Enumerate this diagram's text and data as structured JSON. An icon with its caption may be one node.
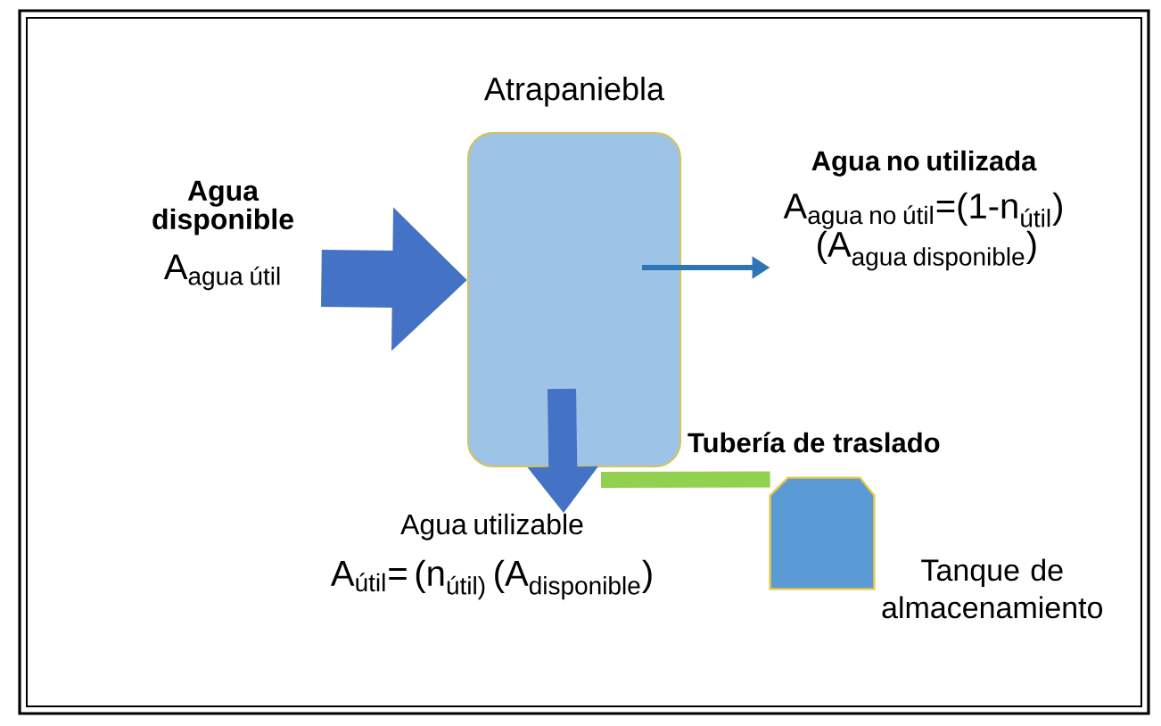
{
  "diagram": {
    "nodes": [
      {
        "text": [
          "Atrapaniebla"
        ]
      },
      {
        "text": [],
        "shape": "box",
        "beside": [
          "Tanque de almacenamiento"
        ]
      },
      {
        "text": [
          "Agua disponible",
          "\\text{A}_{\\text{agua útil}}"
        ]
      },
      {
        "text": [
          "Agua no utilizada",
          "\\text{A}_{\\text{agua no útil}}\\text{=(1-n}_{\\text{útil}}\\text{)}\\allowbreak\\text{ (A}_{\\text{agua disponible}}\\text{)}"
        ]
      },
      {
        "text": [
          "Agua utilizable",
          "\\text{A}_{\\text{útil}}\\text{= (n}_{\\text{útil)}}\\text{ (A}_{\\text{disponible}}\\text{)}"
        ]
      }
    ],
    "edges": [
      {
        "from": 2,
        "to": 0,
        "arrow": "to",
        "style": "thick"
      },
      {
        "from": 0,
        "to": 3,
        "arrow": "to"
      },
      {
        "from": 0,
        "to": 4,
        "arrow": "to"
      },
      {
        "from": 0,
        "to": 1,
        "arrow": "none",
        "label": "Tubería de traslado",
        "color": "#92d050"
      }
    ]
  }
}
